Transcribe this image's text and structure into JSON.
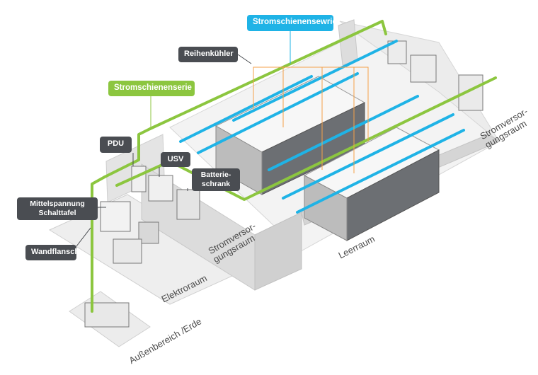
{
  "callouts": {
    "busway_blue": "Stromschienensewrie",
    "busway_green": "Stromschienenserie",
    "row_cooler": "Reihenkühler",
    "pdu": "PDU",
    "ups": "USV",
    "battery_cabinet": "Batterie-schrank",
    "mv_switchboard": "Mittelspannung Schalttafel",
    "wall_flange": "Wandflansch"
  },
  "rooms": {
    "power_supply_right": "Stromversor-gungsraum",
    "power_supply_left": "Stromversor-gungsraum",
    "white_space": "Leerraum",
    "electrical": "Elektroraum",
    "outdoor": "Außenbereich /Erde"
  },
  "colors": {
    "busway_green": "#8cc63f",
    "busway_blue": "#1fb3e6",
    "callout_dark": "#4a4d52",
    "leader_orange": "#f5a04a"
  }
}
